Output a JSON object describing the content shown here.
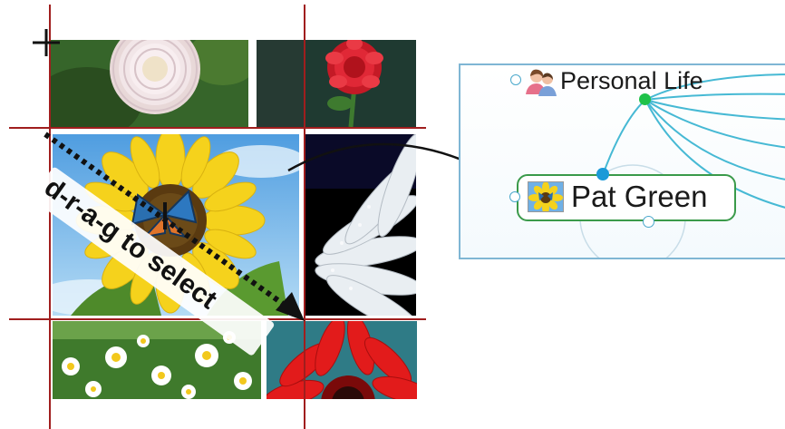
{
  "overlay": {
    "drag_text": "d-r-a-g to select"
  },
  "mindmap": {
    "parent_topic": {
      "label": "Personal Life",
      "icon": "people-icon"
    },
    "selected_topic": {
      "label": "Pat Green",
      "icon": "sunflower-thumbnail-icon"
    }
  },
  "colors": {
    "grid_line": "#a01e1e",
    "connector": "#46b9d4",
    "parent_dot": "#1fc24a",
    "selected_border": "#3a9a4a",
    "selected_dot": "#1a9ad8"
  }
}
